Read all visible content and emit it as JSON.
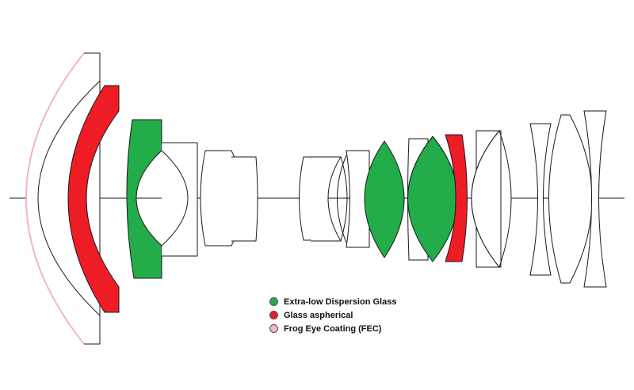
{
  "colors": {
    "ed_glass": "#22ac4a",
    "aspherical": "#ee1c25",
    "fec": "#f2b6c6",
    "outline": "#1a1a1a",
    "axis": "#1a1a1a"
  },
  "legend": [
    {
      "label": "Extra-low Dispersion Glass",
      "color": "#22ac4a"
    },
    {
      "label": "Glass aspherical",
      "color": "#ee1c25"
    },
    {
      "label": "Frog Eye Coating (FEC)",
      "color": "#f2b6c6"
    }
  ]
}
